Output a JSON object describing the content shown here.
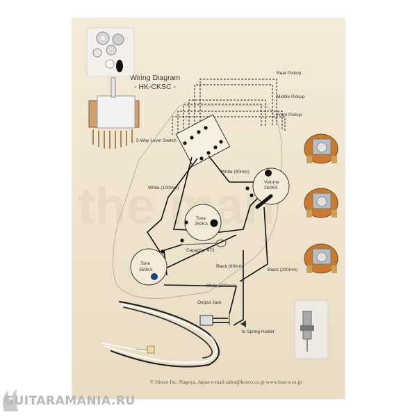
{
  "diagram": {
    "title_line1": "Wiring Diagram",
    "title_line2": "- HK-CKSC -",
    "labels": {
      "rear_pickup": "Rear Pickup",
      "middle_pickup": "Middle Pickup",
      "front_pickup": "Front Pickup",
      "lever_switch": "5-Way Lever Switch",
      "white_80": "White (80mm)",
      "white_100": "White (100mm)",
      "volume": "Volume",
      "volume_value": "250KA",
      "tone_top": "Tone",
      "tone_top_value": "250KA",
      "capacitor": "Capacitor 473",
      "tone_bottom": "Tone",
      "tone_bottom_value": "250KA",
      "black_60": "Black (60mm)",
      "black_200": "Black (200mm)",
      "white_200": "White (200mm)",
      "output_jack": "Output Jack",
      "spring_holder": "to Spring Holder"
    },
    "watermark_text": "the man",
    "footer": "© Hosco Inc. Nagoya, Japan    e-mail:sales@hosco.co.jp    www.hosco.co.jp"
  },
  "site_watermark": "GUITARAMANIA.RU"
}
